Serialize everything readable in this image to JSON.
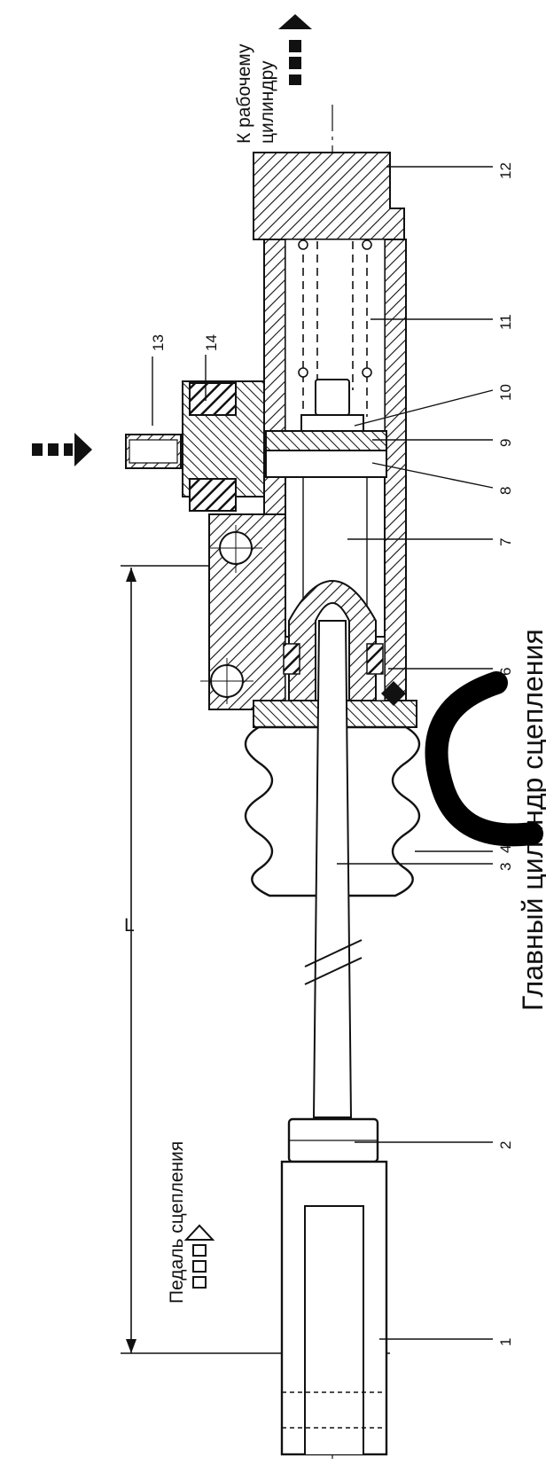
{
  "title": "Главный цилиндр сцепления",
  "labels": {
    "to_slave_line1": "К рабочему",
    "to_slave_line2": "цилиндру",
    "pedal": "Педаль сцепления",
    "length": "L"
  },
  "callouts": [
    "1",
    "2",
    "3",
    "4",
    "6",
    "7",
    "8",
    "9",
    "10",
    "11",
    "12",
    "13",
    "14"
  ]
}
